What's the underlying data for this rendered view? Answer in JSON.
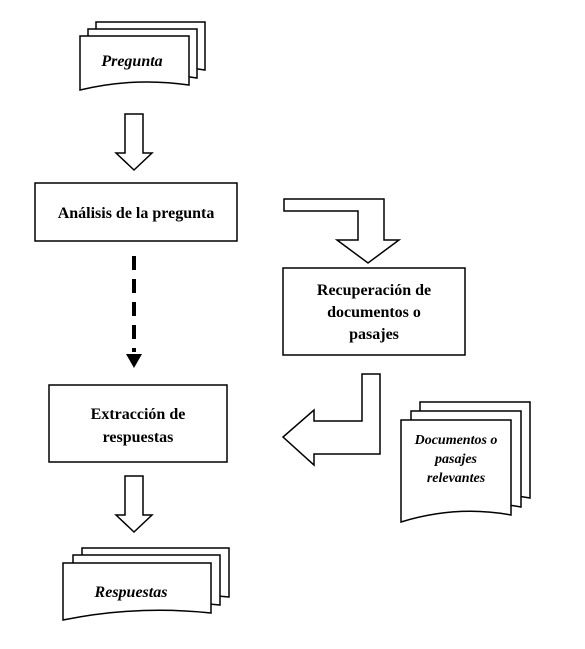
{
  "nodes": {
    "question_doc": {
      "label": "Pregunta"
    },
    "analysis": {
      "label": "Análisis de la pregunta"
    },
    "retrieval": {
      "lines": [
        "Recuperación de",
        "documentos o",
        "pasajes"
      ]
    },
    "relevant_docs": {
      "lines": [
        "Documentos o",
        "pasajes",
        "relevantes"
      ]
    },
    "extraction": {
      "lines": [
        "Extracción de",
        "respuestas"
      ]
    },
    "answers_doc": {
      "label": "Respuestas"
    }
  }
}
